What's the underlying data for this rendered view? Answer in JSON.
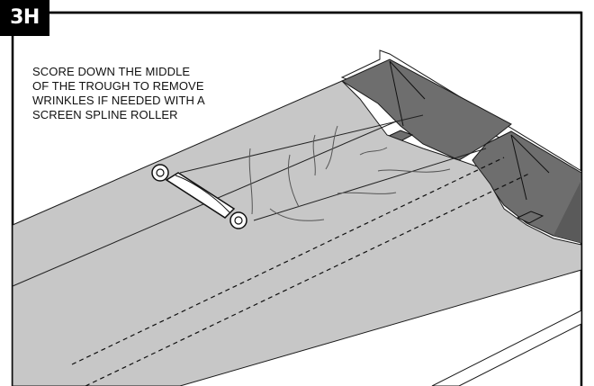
{
  "step": {
    "label": "3H"
  },
  "instruction": {
    "lines": [
      "SCORE DOWN THE MIDDLE",
      "OF THE TROUGH TO REMOVE",
      "WRINKLES IF NEEDED WITH A",
      "SCREEN SPLINE ROLLER"
    ]
  },
  "illustration": {
    "tool_icon": "spline-roller-icon",
    "colors": {
      "screen": "#c7c7c7",
      "trough_shadow": "#6e6e6e",
      "frame_border": "#000000",
      "outline": "#1a1a1a"
    }
  }
}
